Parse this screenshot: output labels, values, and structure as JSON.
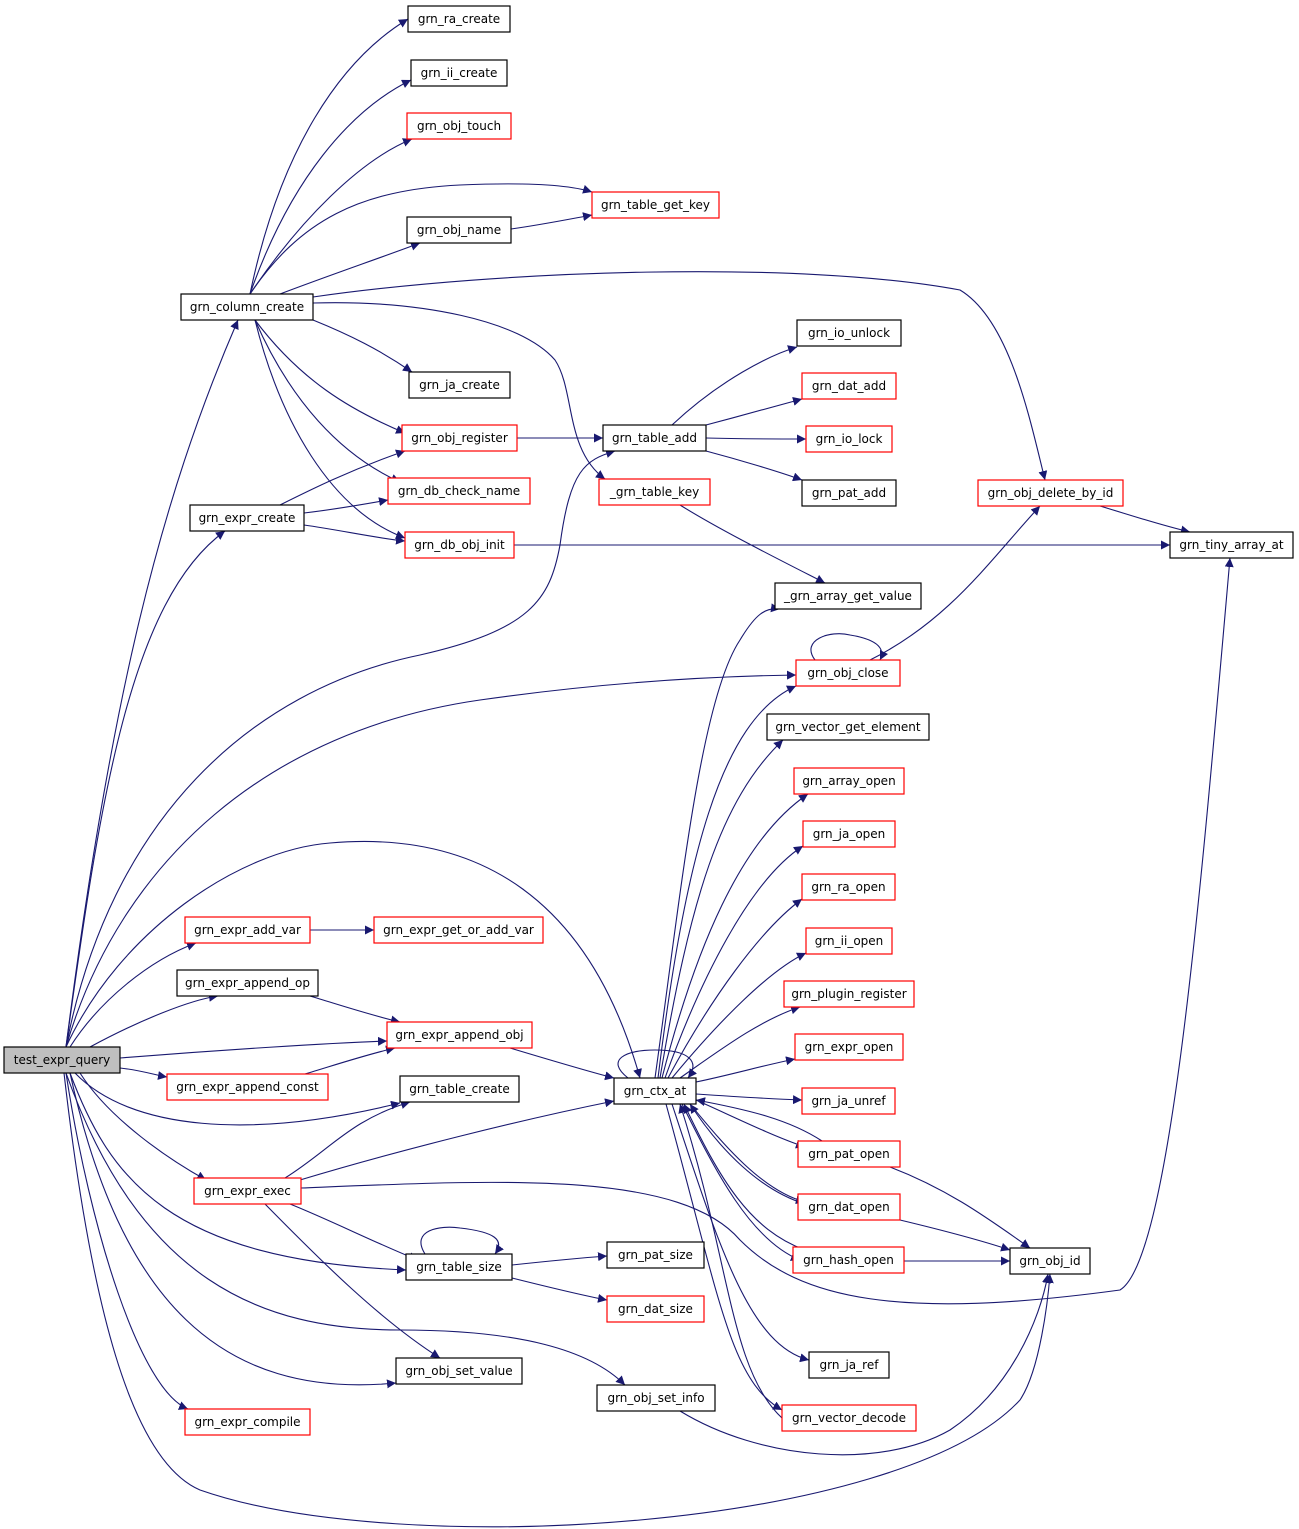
{
  "colors": {
    "edge": "#191970",
    "border_default": "#000000",
    "border_truncated": "#ff0000",
    "fill_root": "#bfbfbf",
    "fill_default": "#ffffff"
  },
  "nodes": [
    {
      "id": "root",
      "label": "test_expr_query",
      "style": "root"
    },
    {
      "id": "ra_create",
      "label": "grn_ra_create",
      "style": "plain"
    },
    {
      "id": "ii_create",
      "label": "grn_ii_create",
      "style": "plain"
    },
    {
      "id": "obj_touch",
      "label": "grn_obj_touch",
      "style": "truncated"
    },
    {
      "id": "table_get_key",
      "label": "grn_table_get_key",
      "style": "truncated"
    },
    {
      "id": "obj_name",
      "label": "grn_obj_name",
      "style": "plain"
    },
    {
      "id": "column_create",
      "label": "grn_column_create",
      "style": "plain"
    },
    {
      "id": "ja_create",
      "label": "grn_ja_create",
      "style": "plain"
    },
    {
      "id": "obj_register",
      "label": "grn_obj_register",
      "style": "truncated"
    },
    {
      "id": "db_check_name",
      "label": "grn_db_check_name",
      "style": "truncated"
    },
    {
      "id": "db_obj_init",
      "label": "grn_db_obj_init",
      "style": "truncated"
    },
    {
      "id": "expr_create",
      "label": "grn_expr_create",
      "style": "plain"
    },
    {
      "id": "table_add",
      "label": "grn_table_add",
      "style": "plain"
    },
    {
      "id": "table_key",
      "label": "_grn_table_key",
      "style": "truncated"
    },
    {
      "id": "io_unlock",
      "label": "grn_io_unlock",
      "style": "plain"
    },
    {
      "id": "dat_add",
      "label": "grn_dat_add",
      "style": "truncated"
    },
    {
      "id": "io_lock",
      "label": "grn_io_lock",
      "style": "truncated"
    },
    {
      "id": "pat_add",
      "label": "grn_pat_add",
      "style": "plain"
    },
    {
      "id": "obj_delete_by_id",
      "label": "grn_obj_delete_by_id",
      "style": "truncated"
    },
    {
      "id": "tiny_array_at",
      "label": "grn_tiny_array_at",
      "style": "plain"
    },
    {
      "id": "array_get_value",
      "label": "_grn_array_get_value",
      "style": "plain"
    },
    {
      "id": "obj_close",
      "label": "grn_obj_close",
      "style": "truncated"
    },
    {
      "id": "vector_get_element",
      "label": "grn_vector_get_element",
      "style": "plain"
    },
    {
      "id": "array_open",
      "label": "grn_array_open",
      "style": "truncated"
    },
    {
      "id": "ja_open",
      "label": "grn_ja_open",
      "style": "truncated"
    },
    {
      "id": "ra_open",
      "label": "grn_ra_open",
      "style": "truncated"
    },
    {
      "id": "ii_open",
      "label": "grn_ii_open",
      "style": "truncated"
    },
    {
      "id": "plugin_register",
      "label": "grn_plugin_register",
      "style": "truncated"
    },
    {
      "id": "expr_open",
      "label": "grn_expr_open",
      "style": "truncated"
    },
    {
      "id": "ja_unref",
      "label": "grn_ja_unref",
      "style": "truncated"
    },
    {
      "id": "pat_open",
      "label": "grn_pat_open",
      "style": "truncated"
    },
    {
      "id": "dat_open",
      "label": "grn_dat_open",
      "style": "truncated"
    },
    {
      "id": "hash_open",
      "label": "grn_hash_open",
      "style": "truncated"
    },
    {
      "id": "ja_ref",
      "label": "grn_ja_ref",
      "style": "plain"
    },
    {
      "id": "vector_decode",
      "label": "grn_vector_decode",
      "style": "truncated"
    },
    {
      "id": "obj_id",
      "label": "grn_obj_id",
      "style": "plain"
    },
    {
      "id": "ctx_at",
      "label": "grn_ctx_at",
      "style": "plain"
    },
    {
      "id": "expr_add_var",
      "label": "grn_expr_add_var",
      "style": "truncated"
    },
    {
      "id": "expr_get_or_add_var",
      "label": "grn_expr_get_or_add_var",
      "style": "truncated"
    },
    {
      "id": "expr_append_op",
      "label": "grn_expr_append_op",
      "style": "plain"
    },
    {
      "id": "expr_append_obj",
      "label": "grn_expr_append_obj",
      "style": "truncated"
    },
    {
      "id": "expr_append_const",
      "label": "grn_expr_append_const",
      "style": "truncated"
    },
    {
      "id": "table_create",
      "label": "grn_table_create",
      "style": "plain"
    },
    {
      "id": "expr_exec",
      "label": "grn_expr_exec",
      "style": "truncated"
    },
    {
      "id": "table_size",
      "label": "grn_table_size",
      "style": "plain"
    },
    {
      "id": "pat_size",
      "label": "grn_pat_size",
      "style": "plain"
    },
    {
      "id": "dat_size",
      "label": "grn_dat_size",
      "style": "truncated"
    },
    {
      "id": "obj_set_value",
      "label": "grn_obj_set_value",
      "style": "plain"
    },
    {
      "id": "obj_set_info",
      "label": "grn_obj_set_info",
      "style": "plain"
    },
    {
      "id": "expr_compile",
      "label": "grn_expr_compile",
      "style": "truncated"
    }
  ],
  "edges": [
    [
      "root",
      "column_create"
    ],
    [
      "root",
      "expr_create"
    ],
    [
      "root",
      "table_add"
    ],
    [
      "root",
      "obj_close"
    ],
    [
      "root",
      "ctx_at"
    ],
    [
      "root",
      "expr_add_var"
    ],
    [
      "root",
      "expr_append_op"
    ],
    [
      "root",
      "expr_append_obj"
    ],
    [
      "root",
      "expr_append_const"
    ],
    [
      "root",
      "table_create"
    ],
    [
      "root",
      "expr_exec"
    ],
    [
      "root",
      "table_size"
    ],
    [
      "root",
      "obj_set_value"
    ],
    [
      "root",
      "obj_set_info"
    ],
    [
      "root",
      "expr_compile"
    ],
    [
      "root",
      "obj_id"
    ],
    [
      "column_create",
      "ra_create"
    ],
    [
      "column_create",
      "ii_create"
    ],
    [
      "column_create",
      "obj_touch"
    ],
    [
      "column_create",
      "table_get_key"
    ],
    [
      "column_create",
      "obj_name"
    ],
    [
      "column_create",
      "obj_delete_by_id"
    ],
    [
      "column_create",
      "ja_create"
    ],
    [
      "column_create",
      "obj_register"
    ],
    [
      "column_create",
      "db_check_name"
    ],
    [
      "column_create",
      "db_obj_init"
    ],
    [
      "column_create",
      "table_key"
    ],
    [
      "obj_name",
      "table_get_key"
    ],
    [
      "expr_create",
      "obj_register"
    ],
    [
      "expr_create",
      "db_check_name"
    ],
    [
      "expr_create",
      "db_obj_init"
    ],
    [
      "obj_register",
      "table_add"
    ],
    [
      "db_obj_init",
      "tiny_array_at"
    ],
    [
      "table_add",
      "io_unlock"
    ],
    [
      "table_add",
      "dat_add"
    ],
    [
      "table_add",
      "io_lock"
    ],
    [
      "table_add",
      "pat_add"
    ],
    [
      "table_key",
      "array_get_value"
    ],
    [
      "obj_delete_by_id",
      "tiny_array_at"
    ],
    [
      "obj_close",
      "obj_delete_by_id"
    ],
    [
      "obj_close",
      "obj_close"
    ],
    [
      "ctx_at",
      "ctx_at"
    ],
    [
      "ctx_at",
      "array_get_value"
    ],
    [
      "ctx_at",
      "obj_close"
    ],
    [
      "ctx_at",
      "vector_get_element"
    ],
    [
      "ctx_at",
      "array_open"
    ],
    [
      "ctx_at",
      "ja_open"
    ],
    [
      "ctx_at",
      "ra_open"
    ],
    [
      "ctx_at",
      "ii_open"
    ],
    [
      "ctx_at",
      "plugin_register"
    ],
    [
      "ctx_at",
      "expr_open"
    ],
    [
      "ctx_at",
      "ja_unref"
    ],
    [
      "ctx_at",
      "pat_open"
    ],
    [
      "ctx_at",
      "dat_open"
    ],
    [
      "ctx_at",
      "hash_open"
    ],
    [
      "ctx_at",
      "ja_ref"
    ],
    [
      "ctx_at",
      "vector_decode"
    ],
    [
      "pat_open",
      "ctx_at"
    ],
    [
      "pat_open",
      "obj_id"
    ],
    [
      "dat_open",
      "ctx_at"
    ],
    [
      "dat_open",
      "obj_id"
    ],
    [
      "hash_open",
      "ctx_at"
    ],
    [
      "hash_open",
      "obj_id"
    ],
    [
      "vector_decode",
      "ctx_at"
    ],
    [
      "expr_add_var",
      "expr_get_or_add_var"
    ],
    [
      "expr_append_op",
      "expr_append_obj"
    ],
    [
      "expr_append_obj",
      "ctx_at"
    ],
    [
      "expr_append_const",
      "expr_append_obj"
    ],
    [
      "expr_exec",
      "table_create"
    ],
    [
      "expr_exec",
      "ctx_at"
    ],
    [
      "expr_exec",
      "tiny_array_at"
    ],
    [
      "expr_exec",
      "table_size"
    ],
    [
      "expr_exec",
      "obj_set_value"
    ],
    [
      "table_size",
      "table_size"
    ],
    [
      "table_size",
      "pat_size"
    ],
    [
      "table_size",
      "dat_size"
    ],
    [
      "obj_set_info",
      "obj_id"
    ]
  ]
}
